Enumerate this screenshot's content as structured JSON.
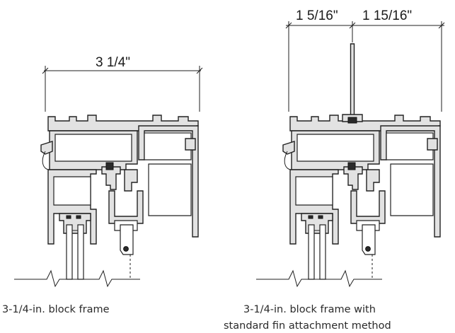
{
  "left_figure": {
    "dimension": "3 1/4\"",
    "caption": "3-1/4-in. block frame"
  },
  "right_figure": {
    "dimension_left": "1 5/16\"",
    "dimension_right": "1 15/16\"",
    "caption_line1": "3-1/4-in. block frame with",
    "caption_line2": "standard fin attachment method"
  }
}
